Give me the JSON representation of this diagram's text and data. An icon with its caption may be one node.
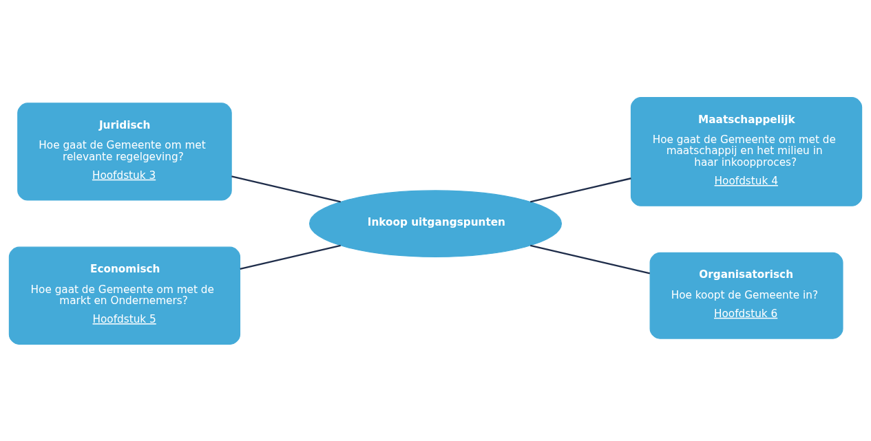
{
  "diagram": {
    "nodes": [
      {
        "text": [
          "Juridisch",
          "Hoe gaat de Gemeente om met relevante regelgeving?",
          "Hoofdstuk 3"
        ]
      },
      {
        "text": [
          "Maatschappelijk",
          "Hoe gaat de Gemeente om met de maatschappij en het milieu in haar inkoopproces?",
          "Hoofdstuk 4"
        ]
      },
      {
        "text": [
          "Inkoop uitgangspunten"
        ]
      },
      {
        "text": [
          "Economisch",
          "Hoe gaat de Gemeente om met de markt en Ondernemers?",
          "Hoofdstuk 5"
        ]
      },
      {
        "text": [
          "Organisatorisch",
          "Hoe koopt de Gemeente in?",
          "Hoofdstuk 6"
        ]
      }
    ],
    "edges": [
      {
        "from": 0,
        "to": 2,
        "arrow": "none"
      },
      {
        "from": 2,
        "to": 1,
        "arrow": "none"
      },
      {
        "from": 3,
        "to": 2,
        "arrow": "none"
      },
      {
        "from": 2,
        "to": 4,
        "arrow": "none"
      }
    ]
  }
}
